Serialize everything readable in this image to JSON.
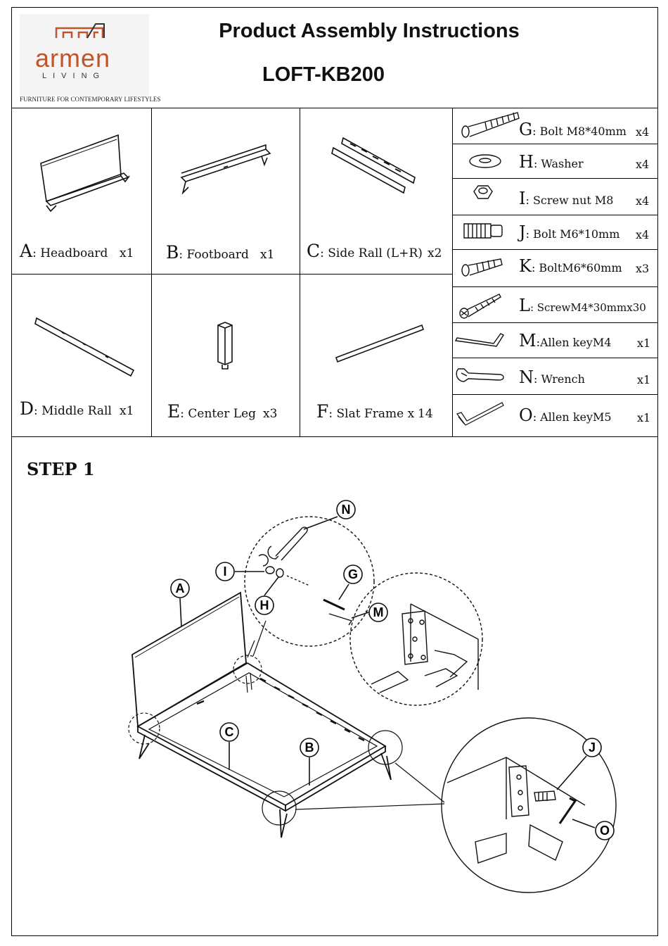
{
  "header": {
    "brand_name": "armen",
    "brand_sub": "LIVING",
    "tagline": "FURNITURE FOR CONTEMPORARY LIFESTYLES",
    "title": "Product Assembly Instructions",
    "model": "LOFT-KB200",
    "brand_color": "#c0552a"
  },
  "parts": [
    {
      "letter": "A",
      "name": ": Headboard",
      "qty": "x1"
    },
    {
      "letter": "B",
      "name": ": Footboard",
      "qty": "x1"
    },
    {
      "letter": "C",
      "name": ": Side Rall (L+R)",
      "qty": "x2"
    },
    {
      "letter": "D",
      "name": ": Middle Rall",
      "qty": "x1"
    },
    {
      "letter": "E",
      "name": ": Center Leg",
      "qty": "x3"
    },
    {
      "letter": "F",
      "name": ": Slat Frame x",
      "qty": "14"
    }
  ],
  "hardware": [
    {
      "letter": "G",
      "name": ": Bolt M8*40mm",
      "qty": "x4",
      "icon": "bolt-icon"
    },
    {
      "letter": "H",
      "name": ": Washer",
      "qty": "x4",
      "icon": "washer-icon"
    },
    {
      "letter": "I",
      "name": ": Screw nut M8",
      "qty": "x4",
      "icon": "nut-icon"
    },
    {
      "letter": "J",
      "name": ": Bolt M6*10mm",
      "qty": "x4",
      "icon": "short-bolt-icon"
    },
    {
      "letter": "K",
      "name": ": BoltM6*60mm",
      "qty": "x3",
      "icon": "bolt-icon"
    },
    {
      "letter": "L",
      "name": ": ScrewM4*30mmx30",
      "qty": "",
      "icon": "screw-icon"
    },
    {
      "letter": "M",
      "name": ":Allen keyM4",
      "qty": "x1",
      "icon": "allen-key-icon"
    },
    {
      "letter": "N",
      "name": ": Wrench",
      "qty": "x1",
      "icon": "wrench-icon"
    },
    {
      "letter": "O",
      "name": ": Allen keyM5",
      "qty": "x1",
      "icon": "allen-key-icon"
    }
  ],
  "step": {
    "label": "STEP 1",
    "callouts": [
      "A",
      "B",
      "C",
      "G",
      "H",
      "I",
      "J",
      "M",
      "N",
      "O"
    ]
  }
}
